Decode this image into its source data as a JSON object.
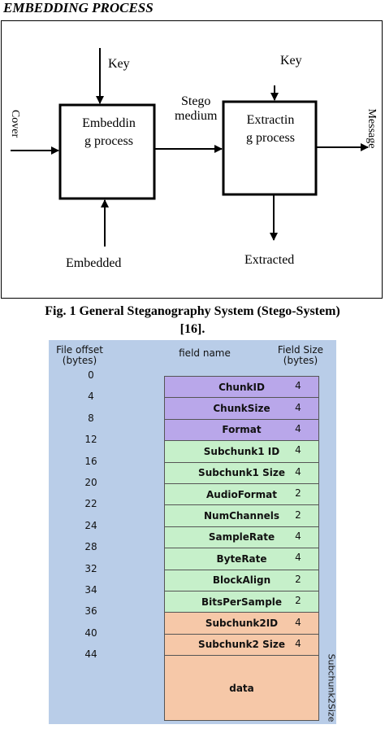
{
  "heading": "EMBEDDING PROCESS",
  "diagram": {
    "embed_box": [
      "Embeddin",
      "g process"
    ],
    "extract_box": [
      "Extractin",
      "g process"
    ],
    "key_left": "Key",
    "key_right": "Key",
    "cover": "Cover",
    "stego": [
      "Stego",
      "medium"
    ],
    "message": "Message",
    "embedded": "Embedded",
    "extracted": "Extracted"
  },
  "caption": [
    "Fig. 1 General Steganography System (Stego-System)",
    "[16]."
  ],
  "wav": {
    "header_offset": [
      "File offset",
      "(bytes)"
    ],
    "header_field": "field name",
    "header_size": [
      "Field Size",
      "(bytes)"
    ],
    "offsets": [
      "0",
      "4",
      "8",
      "12",
      "16",
      "20",
      "22",
      "24",
      "28",
      "32",
      "34",
      "36",
      "40",
      "44"
    ],
    "fields": [
      {
        "name": "ChunkID",
        "size": "4",
        "color": "#b9a7ea"
      },
      {
        "name": "ChunkSize",
        "size": "4",
        "color": "#b9a7ea"
      },
      {
        "name": "Format",
        "size": "4",
        "color": "#b9a7ea"
      },
      {
        "name": "Subchunk1 ID",
        "size": "4",
        "color": "#c6f0ca"
      },
      {
        "name": "Subchunk1 Size",
        "size": "4",
        "color": "#c6f0ca"
      },
      {
        "name": "AudioFormat",
        "size": "2",
        "color": "#c6f0ca"
      },
      {
        "name": "NumChannels",
        "size": "2",
        "color": "#c6f0ca"
      },
      {
        "name": "SampleRate",
        "size": "4",
        "color": "#c6f0ca"
      },
      {
        "name": "ByteRate",
        "size": "4",
        "color": "#c6f0ca"
      },
      {
        "name": "BlockAlign",
        "size": "2",
        "color": "#c6f0ca"
      },
      {
        "name": "BitsPerSample",
        "size": "2",
        "color": "#c6f0ca"
      },
      {
        "name": "Subchunk2ID",
        "size": "4",
        "color": "#f6c8a8"
      },
      {
        "name": "Subchunk2 Size",
        "size": "4",
        "color": "#f6c8a8"
      },
      {
        "name": "data",
        "size": "Subchunk2Size",
        "color": "#f6c8a8"
      }
    ]
  }
}
